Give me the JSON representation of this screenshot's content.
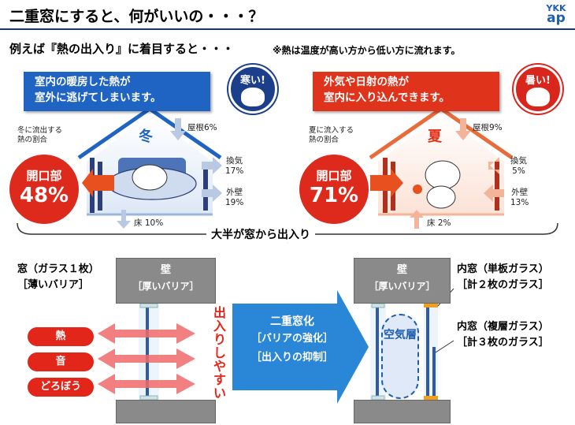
{
  "header": {
    "title": "二重窓にすると、何がいいの・・・？",
    "logo_top": "YKK",
    "logo_bottom": "ap"
  },
  "intro": {
    "subheading": "例えば『熱の出入り』に着目すると・・・",
    "note": "※熱は温度が高い方から低い方に流れます。"
  },
  "winter": {
    "banner_line1": "室内の暖房した熱が",
    "banner_line2": "室外に逃げてしまいます。",
    "badge": "寒い!",
    "season": "冬",
    "flow_label_line1": "冬に流出する",
    "flow_label_line2": "熱の割合",
    "opening_label": "開口部",
    "opening_value": "48%",
    "roof": "屋根6%",
    "vent_label": "換気",
    "vent_value": "17%",
    "wall_label": "外壁",
    "wall_value": "19%",
    "floor": "床 10%"
  },
  "summer": {
    "banner_line1": "外気や日射の熱が",
    "banner_line2": "室内に入り込んできます。",
    "badge": "暑い!",
    "season": "夏",
    "flow_label_line1": "夏に流入する",
    "flow_label_line2": "熱の割合",
    "opening_label": "開口部",
    "opening_value": "71%",
    "roof": "屋根9%",
    "vent_label": "換気",
    "vent_value": "5%",
    "wall_label": "外壁",
    "wall_value": "13%",
    "floor": "床 2%"
  },
  "summary": "大半が窓から出入り",
  "single_window": {
    "label_line1": "窓（ガラス１枚）",
    "label_line2": "［薄いバリア］",
    "wall_title": "壁",
    "wall_sub": "［厚いバリア］",
    "items": [
      "熱",
      "音",
      "どろぼう"
    ],
    "vertical_text": "出入りしやすい"
  },
  "arrow": {
    "line1": "二重窓化",
    "line2": "［バリアの強化］",
    "line3": "［出入りの抑制］"
  },
  "double_window": {
    "wall_title": "壁",
    "wall_sub": "［厚いバリア］",
    "inner_single_line1": "内窓（単板ガラス）",
    "inner_single_line2": "［計２枚のガラス］",
    "inner_multi_line1": "内窓（複層ガラス）",
    "inner_multi_line2": "［計３枚のガラス］",
    "air_layer": "空気層"
  },
  "colors": {
    "accent_blue": "#1f64c2",
    "accent_red": "#e0331c",
    "wall_gray": "#8a8a8a"
  }
}
